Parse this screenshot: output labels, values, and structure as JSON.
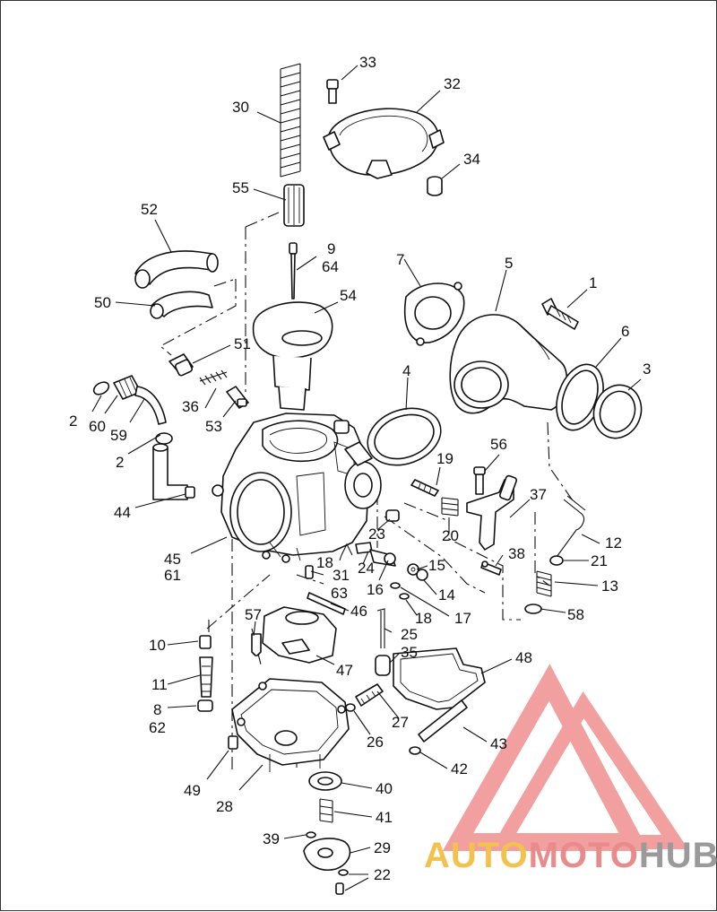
{
  "callouts": [
    "1",
    "2",
    "2",
    "3",
    "4",
    "5",
    "6",
    "7",
    "8",
    "62",
    "9",
    "64",
    "10",
    "11",
    "12",
    "13",
    "14",
    "15",
    "16",
    "17",
    "18",
    "18",
    "19",
    "20",
    "21",
    "22",
    "23",
    "24",
    "25",
    "26",
    "27",
    "28",
    "29",
    "30",
    "31",
    "63",
    "32",
    "33",
    "34",
    "35",
    "36",
    "37",
    "38",
    "39",
    "40",
    "41",
    "42",
    "43",
    "44",
    "45",
    "61",
    "46",
    "47",
    "48",
    "49",
    "50",
    "51",
    "52",
    "53",
    "54",
    "55",
    "56",
    "57",
    "58",
    "59",
    "60"
  ],
  "watermark": {
    "part1": "AUTO",
    "part2": "MOTO",
    "part3": "HUB",
    "colors": {
      "auto": "#f2c14e",
      "moto": "#e98b8b",
      "hub": "#9a9a9a",
      "logo": "#ef8f8f"
    }
  }
}
